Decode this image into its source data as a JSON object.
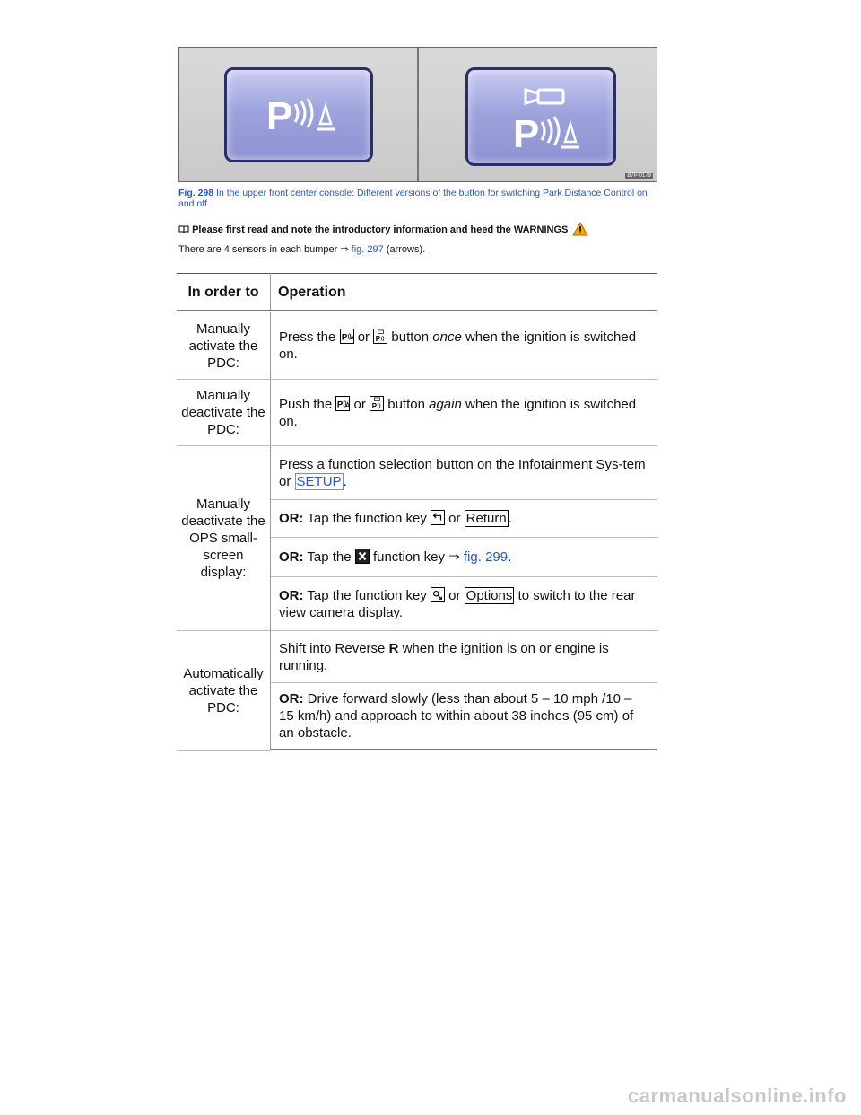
{
  "figure": {
    "code": "B7P-0179",
    "caption_label": "Fig. 298",
    "caption_text": " In the upper front center console: Different versions of the button for switching Park Distance Control on and off.",
    "buttons": [
      {
        "name": "pdc-button-version-1",
        "icon": "pdc-icon"
      },
      {
        "name": "pdc-button-version-2",
        "icon": "pdc-camera-icon"
      }
    ],
    "colors": {
      "button_fill": "#9ea3dc",
      "button_border": "#2a2f66"
    }
  },
  "note": {
    "icon": "book-icon",
    "text": "Please first read and note the introductory information and heed the WARNINGS",
    "warning_icon": "warning-triangle-icon"
  },
  "intro": {
    "text_before": "There are 4 sensors in each bumper ⇒ ",
    "link": "fig. 297",
    "text_after": " (arrows)."
  },
  "table": {
    "headers": [
      "In order to",
      "Operation"
    ],
    "rows": {
      "r1": {
        "label": "Manually activate the PDC:",
        "pre": "Press the ",
        "mid": " or ",
        "post_pre": " button ",
        "em": "once",
        "post": " when the ignition is switched on."
      },
      "r2": {
        "label": "Manually deactivate the PDC:",
        "pre": "Push the ",
        "mid": " or ",
        "post_pre": "  button ",
        "em": "again",
        "post": " when the ignition is switched on."
      },
      "r3": {
        "label": "Manually deactivate the OPS small-screen display:",
        "a_text": "Press a function selection button on the Infotainment Sys-tem or ",
        "a_key": "SETUP",
        "a_end": ".",
        "b_or": "OR:",
        "b_text": " Tap the function key ",
        "b_mid": " or ",
        "b_key": "Return",
        "b_end": ".",
        "c_or": "OR:",
        "c_text": " Tap the ",
        "c_mid": " function key ⇒ ",
        "c_link": "fig. 299",
        "c_end": ".",
        "d_or": "OR:",
        "d_text": " Tap the function key ",
        "d_mid": " or ",
        "d_key": "Options",
        "d_end": " to switch to the rear view camera display."
      },
      "r4": {
        "label": "Automatically activate the PDC:",
        "a_pre": "Shift into Reverse ",
        "a_bold": "R",
        "a_post": " when the ignition is on or engine is running.",
        "b_or": "OR:",
        "b_text": " Drive forward slowly (less than about 5 – 10 mph /10 – 15 km/h) and approach to within about 38 inches (95 cm) of an obstacle."
      }
    }
  },
  "watermark": "carmanualsonline.info"
}
